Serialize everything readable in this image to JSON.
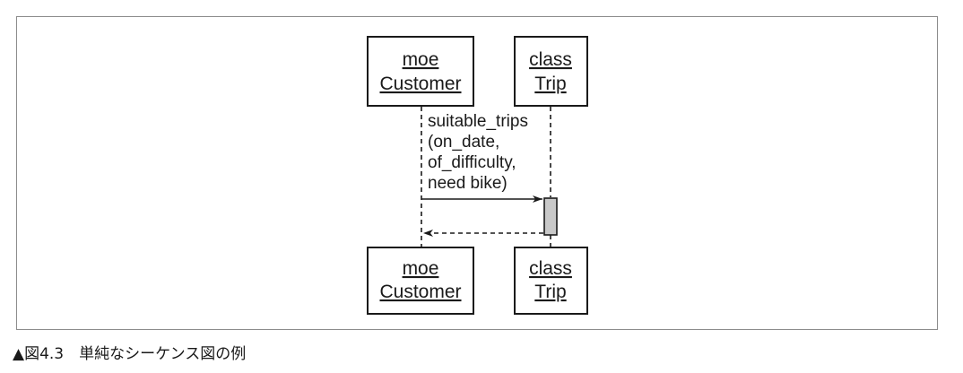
{
  "diagram": {
    "type": "sequence",
    "objects": {
      "customer": {
        "line1": "moe",
        "line2": "Customer"
      },
      "trip": {
        "line1": "class",
        "line2": "Trip"
      }
    },
    "message": {
      "lines": [
        "suitable_trips",
        "(on_date,",
        "of_difficulty,",
        "need bike)"
      ]
    }
  },
  "caption": "▲図4.3　単純なシーケンス図の例"
}
